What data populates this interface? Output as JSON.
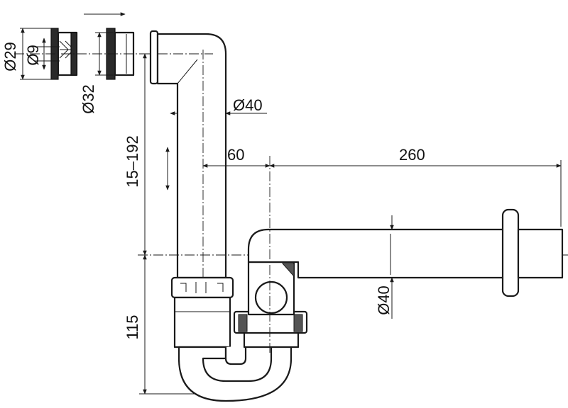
{
  "dimensions": {
    "d29": "Ø29",
    "d9": "Ø9",
    "d32": "Ø32",
    "d40_top": "Ø40",
    "height_range": "15–192",
    "offset": "60",
    "length": "260",
    "d40_outlet": "Ø40",
    "trap_depth": "115"
  }
}
